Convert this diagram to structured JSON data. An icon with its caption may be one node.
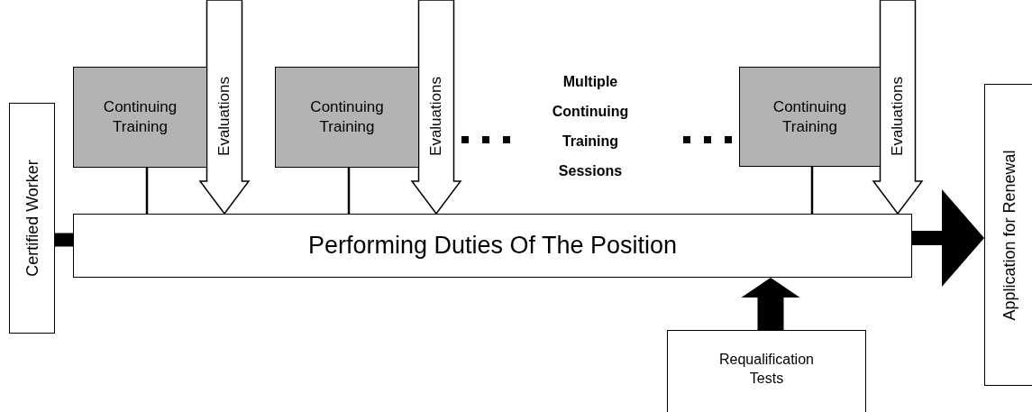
{
  "diagram": {
    "nodes": [
      {
        "text": [
          "Certified Worker"
        ]
      },
      {
        "text": [
          "Performing Duties Of The Position"
        ]
      },
      {
        "text": [
          "Continuing Training"
        ]
      },
      {
        "text": [
          "Continuing Training"
        ]
      },
      {
        "text": [
          "Continuing Training"
        ]
      },
      {
        "text": [
          "Requalification Tests"
        ]
      },
      {
        "text": [
          "Application for Renewal"
        ]
      }
    ],
    "edges": [
      {
        "from": 0,
        "to": 1,
        "arrow": "none",
        "style": "thick"
      },
      {
        "from": 2,
        "to": 1,
        "arrow": "none"
      },
      {
        "from": null,
        "to": 1,
        "arrow": "to",
        "label": "Evaluations"
      },
      {
        "from": 3,
        "to": 1,
        "arrow": "none"
      },
      {
        "from": null,
        "to": 1,
        "arrow": "to",
        "label": "Evaluations"
      },
      {
        "from": 4,
        "to": 1,
        "arrow": "none"
      },
      {
        "from": null,
        "to": 1,
        "arrow": "to",
        "label": "Evaluations"
      },
      {
        "from": 5,
        "to": 1,
        "arrow": "to",
        "style": "thick"
      },
      {
        "from": 1,
        "to": 6,
        "arrow": "to",
        "style": "thick"
      }
    ],
    "labels": [
      "Multiple Continuing Training Sessions"
    ]
  }
}
